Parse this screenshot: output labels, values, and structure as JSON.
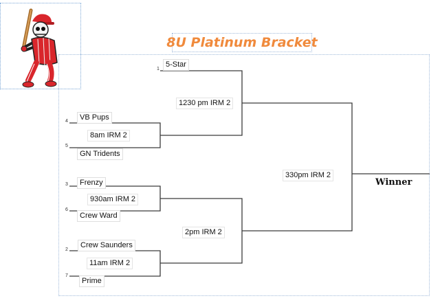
{
  "title": "8U Platinum Bracket",
  "colors": {
    "title": "#f08a3c",
    "mascot_red": "#d9262c",
    "line": "#3a3a3a"
  },
  "mascot": {
    "icon": "skeleton-batter-mascot-icon"
  },
  "seeds": {
    "s1": "1",
    "s4": "4",
    "s5": "5",
    "s3": "3",
    "s6": "6",
    "s2": "2",
    "s7": "7"
  },
  "teams": {
    "five_star": "5-Star",
    "vb_pups": "VB Pups",
    "gn_tridents": "GN Tridents",
    "frenzy": "Frenzy",
    "crew_ward": "Crew Ward",
    "crew_saunders": "Crew Saunders",
    "prime": "Prime"
  },
  "games": {
    "g_8am": "8am IRM 2",
    "g_930am": "930am IRM 2",
    "g_11am": "11am IRM 2",
    "g_1230pm": "1230 pm IRM 2",
    "g_2pm": "2pm IRM 2",
    "g_330pm": "330pm IRM 2"
  },
  "winner_label": "Winner"
}
